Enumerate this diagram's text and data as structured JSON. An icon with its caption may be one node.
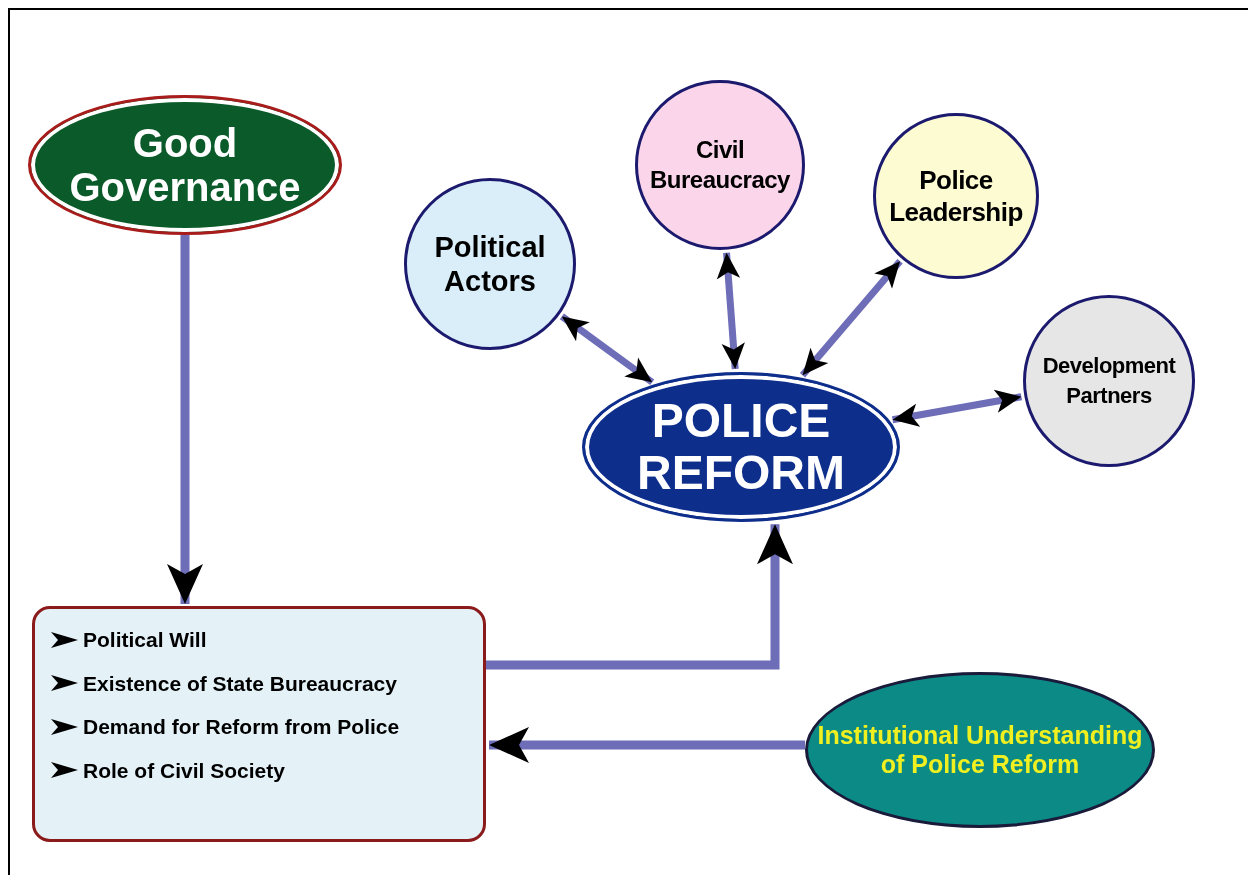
{
  "diagram": {
    "nodes": [
      {
        "text": [
          "Good Governance"
        ]
      },
      {
        "text": [
          "Political Actors"
        ]
      },
      {
        "text": [
          "Civil Bureaucracy"
        ]
      },
      {
        "text": [
          "Police Leadership"
        ]
      },
      {
        "text": [
          "Development Partners"
        ]
      },
      {
        "text": [
          "POLICE REFORM"
        ]
      },
      {
        "text": [
          "Political Will",
          "Existence of State Bureaucracy",
          "Demand for Reform from Police",
          "Role of Civil Society"
        ]
      },
      {
        "text": [
          "Institutional Understanding of Police Reform"
        ]
      }
    ],
    "edges": [
      {
        "from": 0,
        "to": 6,
        "arrow": "to"
      },
      {
        "from": 1,
        "to": 5,
        "arrow": "both"
      },
      {
        "from": 2,
        "to": 5,
        "arrow": "both"
      },
      {
        "from": 3,
        "to": 5,
        "arrow": "both"
      },
      {
        "from": 4,
        "to": 5,
        "arrow": "both"
      },
      {
        "from": 6,
        "to": 5,
        "arrow": "to"
      },
      {
        "from": 7,
        "to": 6,
        "arrow": "to"
      }
    ]
  }
}
